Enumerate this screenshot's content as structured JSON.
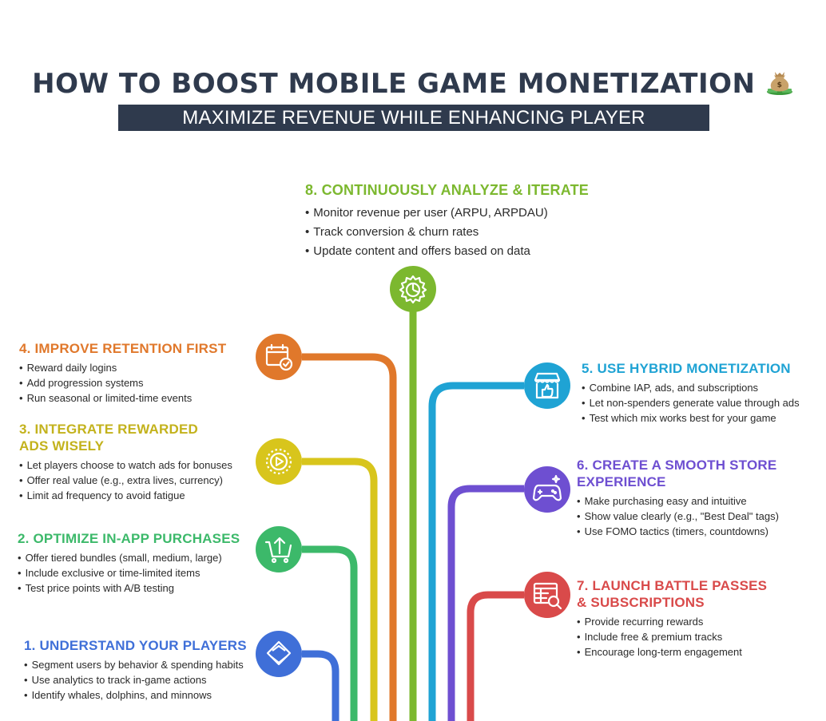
{
  "header": {
    "title": "HOW TO BOOST MOBILE GAME MONETIZATION",
    "title_icon": "money-bag-icon",
    "subtitle": "MAXIMIZE REVENUE WHILE ENHANCING PLAYER EXPERIENCE"
  },
  "steps": {
    "s1": {
      "title": "1. UNDERSTAND YOUR PLAYERS",
      "color": "#3f6fd8",
      "icon": "layers-icon",
      "bullets": [
        "Segment users by behavior & spending habits",
        "Use analytics to track in-game actions",
        "Identify whales, dolphins, and minnows"
      ]
    },
    "s2": {
      "title": "2. OPTIMIZE IN-APP PURCHASES",
      "color": "#3cb96a",
      "icon": "cart-arrow-icon",
      "bullets": [
        "Offer tiered bundles (small, medium, large)",
        "Include exclusive or time-limited items",
        "Test price points with A/B testing"
      ]
    },
    "s3": {
      "title_line1": "3. INTEGRATE REWARDED",
      "title_line2": "ADS WISELY",
      "color": "#c3b21c",
      "icon": "play-video-icon",
      "bullets": [
        "Let players choose to watch ads for bonuses",
        "Offer real value (e.g., extra lives, currency)",
        "Limit ad frequency to avoid fatigue"
      ]
    },
    "s4": {
      "title": "4. IMPROVE RETENTION FIRST",
      "color": "#e0782b",
      "icon": "calendar-check-icon",
      "bullets": [
        "Reward daily logins",
        "Add progression systems",
        "Run seasonal or limited-time events"
      ]
    },
    "s5": {
      "title": "5. USE HYBRID MONETIZATION",
      "color": "#1fa3d4",
      "icon": "store-thumbs-up-icon",
      "bullets": [
        "Combine IAP, ads, and subscriptions",
        "Let non-spenders generate value through ads",
        "Test which mix works best for your game"
      ]
    },
    "s6": {
      "title_line1": "6. CREATE A SMOOTH STORE",
      "title_line2": "EXPERIENCE",
      "color": "#6e4fd1",
      "icon": "gamepad-icon",
      "bullets": [
        "Make purchasing easy and intuitive",
        "Show value clearly (e.g., \"Best Deal\" tags)",
        "Use FOMO tactics (timers, countdowns)"
      ]
    },
    "s7": {
      "title_line1": "7. LAUNCH BATTLE PASSES",
      "title_line2": "& SUBSCRIPTIONS",
      "color": "#d94a4a",
      "icon": "table-search-icon",
      "bullets": [
        "Provide recurring rewards",
        "Include free & premium tracks",
        "Encourage long-term engagement"
      ]
    },
    "s8": {
      "title": "8. CONTINUOUSLY ANALYZE & ITERATE",
      "color": "#7cb82f",
      "icon": "gear-chart-icon",
      "bullets": [
        "Monitor revenue per user (ARPU, ARPDAU)",
        "Track conversion & churn rates",
        "Update content and offers based on data"
      ]
    }
  }
}
